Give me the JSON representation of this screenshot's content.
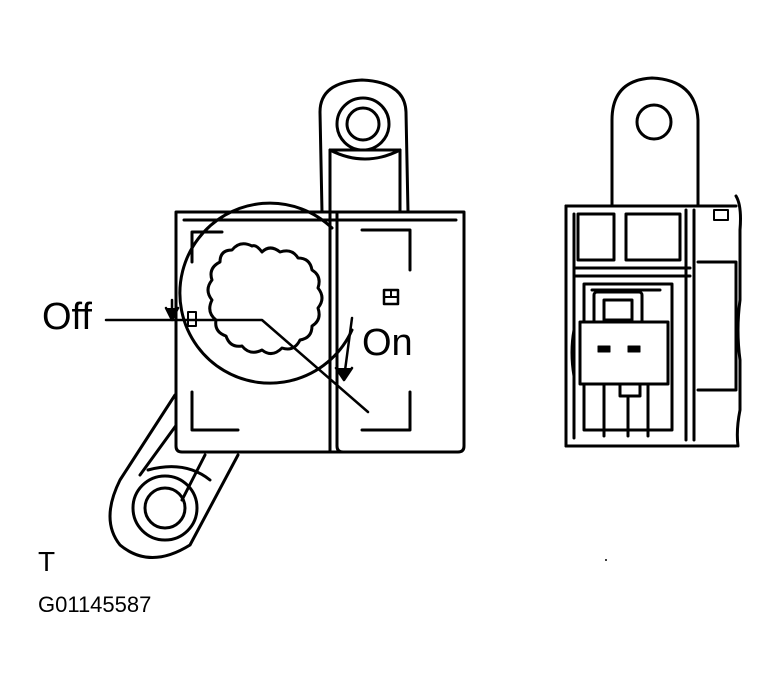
{
  "labels": {
    "off": "Off",
    "on": "On",
    "mark": "T",
    "figure_code": "G01145587"
  },
  "colors": {
    "ink": "#000000",
    "paper": "#ffffff"
  }
}
